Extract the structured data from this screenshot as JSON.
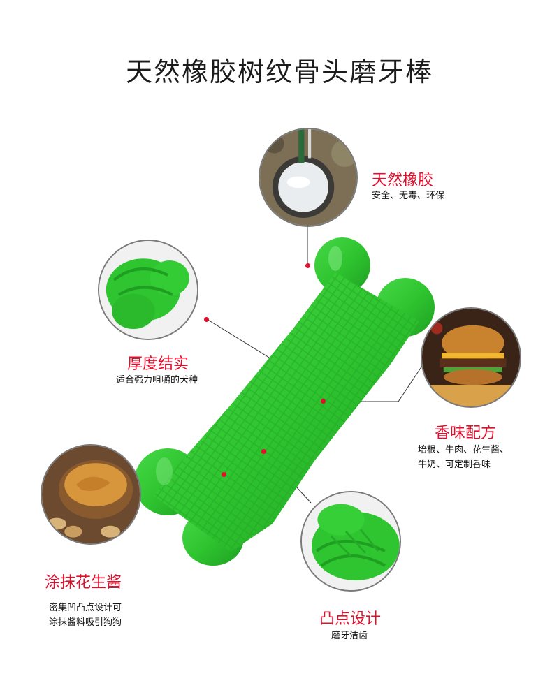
{
  "title": "天然橡胶树纹骨头磨牙棒",
  "features": {
    "rubber": {
      "title": "天然橡胶",
      "desc": "安全、无毒、环保"
    },
    "thick": {
      "title": "厚度结实",
      "desc": "适合强力咀嚼的犬种"
    },
    "flavor": {
      "title": "香味配方",
      "desc_line1": "培根、牛肉、花生酱、",
      "desc_line2": "牛奶、可定制香味"
    },
    "peanut": {
      "title": "涂抹花生酱",
      "desc_line1": "密集凹凸点设计可",
      "desc_line2": "涂抹酱料吸引狗狗"
    },
    "bumps": {
      "title": "凸点设计",
      "desc": "磨牙洁齿"
    }
  },
  "colors": {
    "accent": "#e0102d",
    "bone_green": "#2fc530"
  },
  "icons": {
    "rubber_photo": "latex-tapping-photo",
    "thick_photo": "bone-end-closeup-photo",
    "flavor_photo": "burger-photo",
    "peanut_photo": "peanut-butter-photo",
    "bumps_photo": "bone-texture-closeup-photo",
    "main_product": "green-bone-toy"
  }
}
